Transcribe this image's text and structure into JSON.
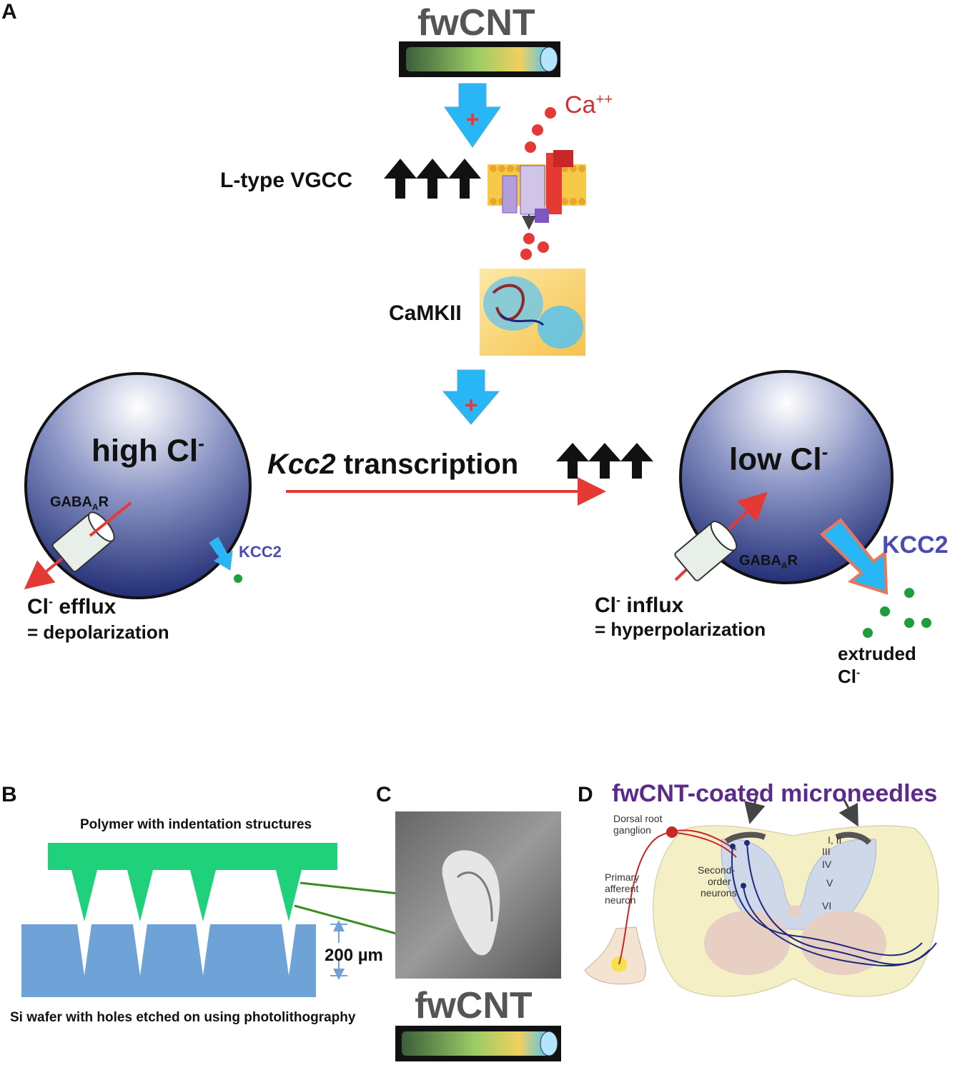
{
  "panels": {
    "a": "A",
    "b": "B",
    "c": "C",
    "d": "D"
  },
  "panel_a": {
    "fwcnt": "fwCNT",
    "ca_ion": "Ca",
    "ca_charge": "++",
    "vgcc": "L-type VGCC",
    "camkii": "CaMKII",
    "high_cl": "high Cl",
    "low_cl": "low Cl",
    "transcription_gene": "Kcc2",
    "transcription_text": " transcription",
    "gabaar_main": "GABA",
    "gabaar_sub": "A",
    "gabaar_end": "R",
    "kcc2": "KCC2",
    "cl": "Cl",
    "efflux": "efflux",
    "depolarization": "= depolarization",
    "influx": "influx",
    "hyperpolarization": "= hyperpolarization",
    "extruded": "extruded",
    "extruded_cl": "Cl",
    "plus": "+",
    "minus": "-",
    "colors": {
      "red": "#e53935",
      "blue_arrow": "#29b6f6",
      "cell_top": "#ffffff",
      "cell_bottom": "#1a2a80",
      "kcc_text": "#4b4bb0",
      "dot_green": "#1e9e3a"
    }
  },
  "panel_b": {
    "polymer": "Polymer with indentation structures",
    "wafer": "Si wafer with holes etched on using photolithography",
    "dimension": "200 µm",
    "colors": {
      "polymer": "#1fd17a",
      "wafer": "#6fa3d8",
      "pointer": "#3a8a1e"
    }
  },
  "panel_c": {
    "fwcnt": "fwCNT"
  },
  "panel_d": {
    "title": "fwCNT-coated microneedles",
    "drg": [
      "Dorsal root",
      "ganglion"
    ],
    "primary": [
      "Primary",
      "afferent",
      "neuron"
    ],
    "second": [
      "Second-",
      "order",
      "neurons"
    ],
    "laminae": [
      "I, II",
      "III",
      "IV",
      "V",
      "VI"
    ],
    "colors": {
      "title": "#5b2a8a",
      "afferent": "#c62828",
      "second_order": "#1a2a80"
    }
  }
}
